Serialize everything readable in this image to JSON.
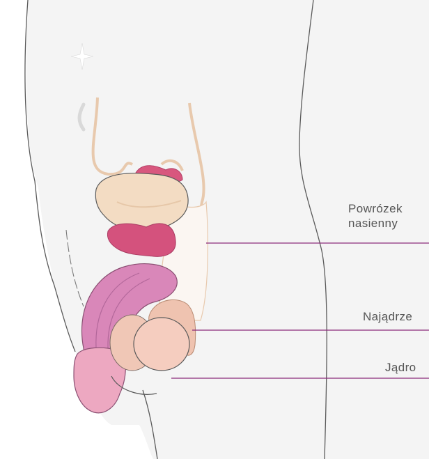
{
  "labels": {
    "spermatic_cord": {
      "line1": "Powrózek",
      "line2": "nasienny"
    },
    "epididymis": "Najądrze",
    "testis": "Jądro"
  },
  "colors": {
    "body_fill": "#f4f4f4",
    "outline": "#5a5a5a",
    "bladder": "#f3dcc3",
    "prostate": "#d4527d",
    "seminal_vesicles": "#d8577e",
    "penis": "#d987b9",
    "testis": "#f5cdbf",
    "epididymis": "#efc3b0",
    "leader_line": "#8a2a7a"
  }
}
